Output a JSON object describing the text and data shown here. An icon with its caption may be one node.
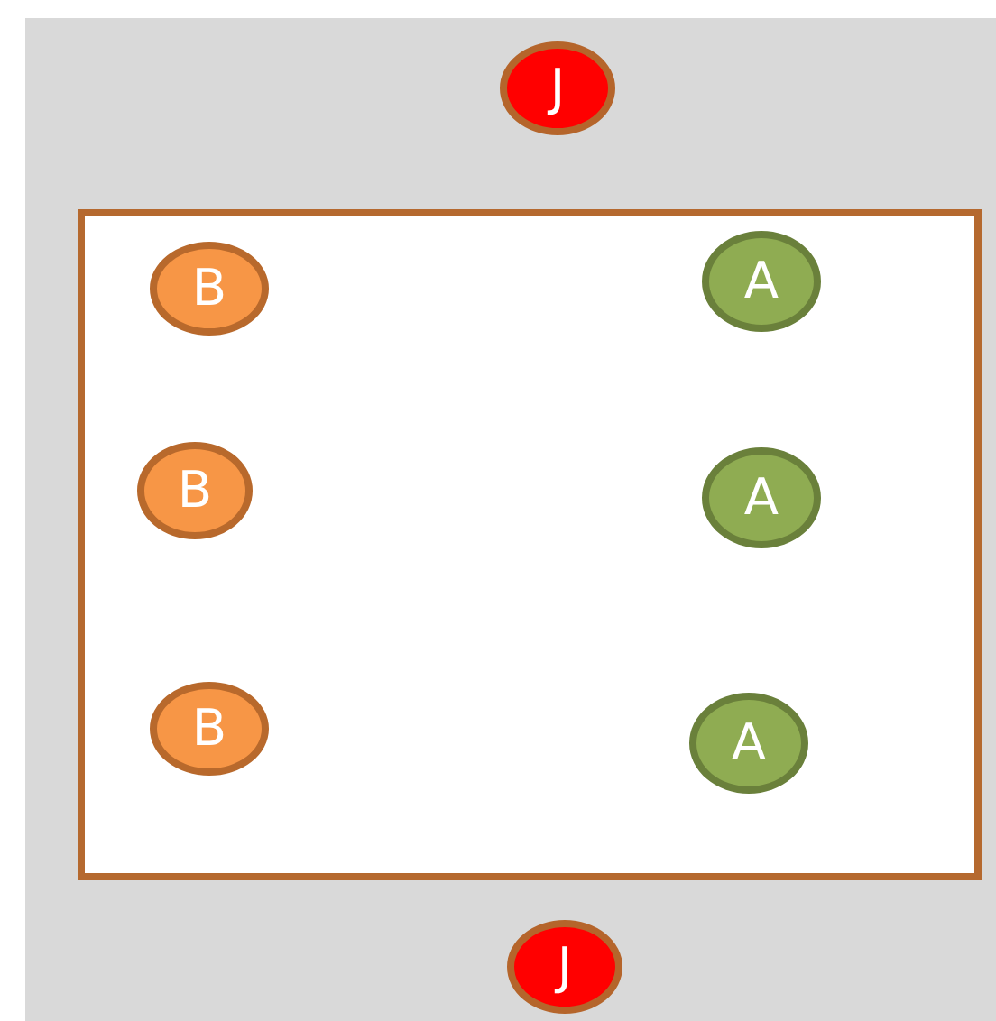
{
  "diagram": {
    "nodes": [
      {
        "text": [
          "J"
        ]
      },
      {
        "text": [],
        "shape": "box"
      },
      {
        "text": [
          "B"
        ],
        "in": 1
      },
      {
        "text": [
          "A"
        ],
        "in": 1
      },
      {
        "text": [
          "B"
        ],
        "in": 1
      },
      {
        "text": [
          "A"
        ],
        "in": 1
      },
      {
        "text": [
          "B"
        ],
        "in": 1
      },
      {
        "text": [
          "A"
        ],
        "in": 1
      },
      {
        "text": [
          "J"
        ]
      }
    ]
  }
}
